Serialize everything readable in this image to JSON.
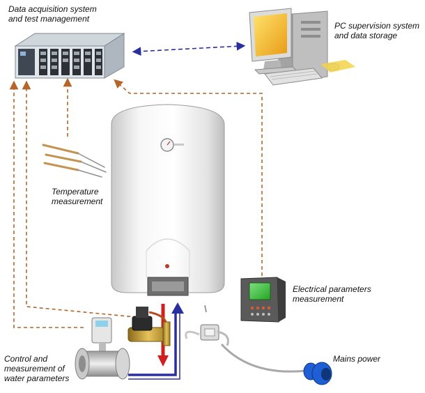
{
  "labels": {
    "daq": [
      "Data acquisition system",
      "and test management"
    ],
    "pc": [
      "PC supervision system",
      "and data storage"
    ],
    "temperature": [
      "Temperature",
      "measurement"
    ],
    "electrical": [
      "Electrical parameters",
      "measurement"
    ],
    "water": [
      "Control and",
      "measurement of",
      "water parameters"
    ],
    "mains": [
      "Mains power"
    ]
  },
  "colors": {
    "signal_line": "#b5652a",
    "pc_link": "#2a2f9e",
    "hot_water": "#d11f1f",
    "cold_water": "#2a2f9e",
    "heater_body": "#f2f2f2",
    "meter_screen": "#3cc93c",
    "monitor_screen": "#f5c542",
    "mains_plug": "#1f5fd6"
  },
  "icons": [
    "daq-rack-icon",
    "pc-workstation-icon",
    "water-heater-icon",
    "temperature-probe-icon",
    "power-meter-icon",
    "solenoid-valve-icon",
    "flow-meter-icon",
    "mains-plug-icon"
  ]
}
